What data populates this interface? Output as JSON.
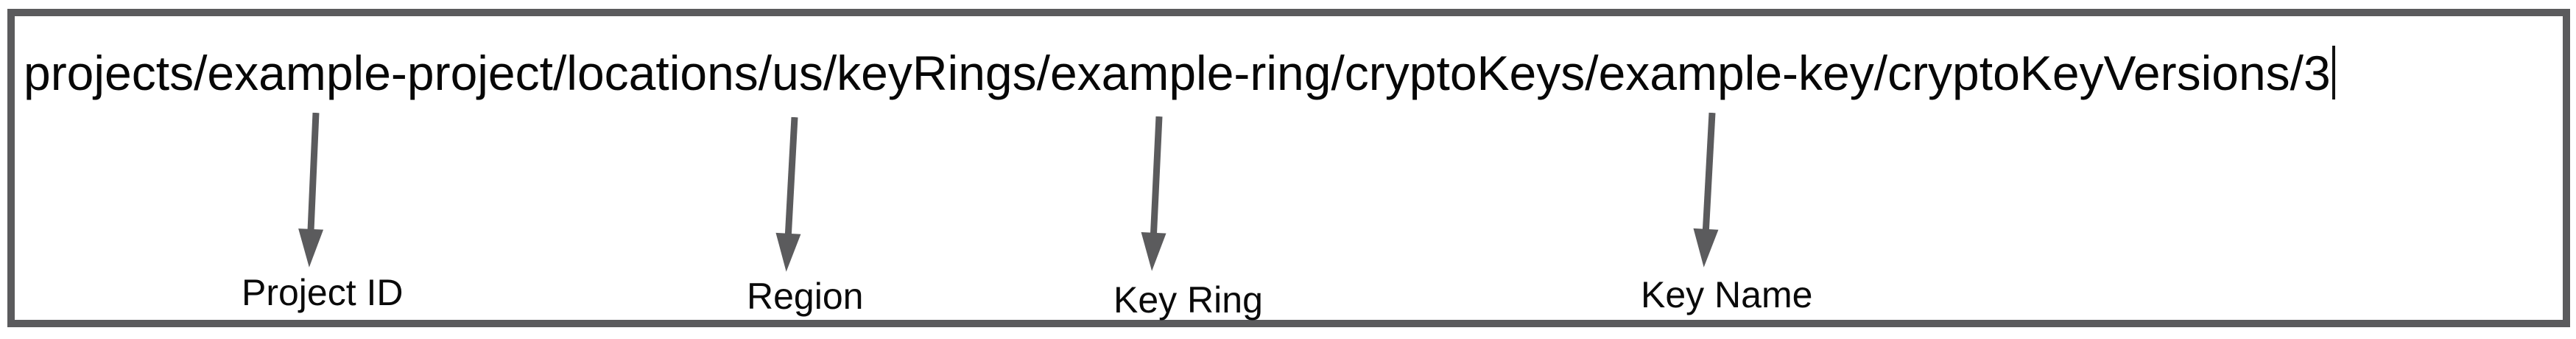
{
  "resource_path": "projects/example-project/locations/us/keyRings/example-ring/cryptoKeys/example-key/cryptoKeyVersions/3",
  "caret": {
    "visible": true
  },
  "annotations": [
    {
      "label": "Project ID",
      "segment": "example-project"
    },
    {
      "label": "Region",
      "segment": "us"
    },
    {
      "label": "Key Ring",
      "segment": "example-ring"
    },
    {
      "label": "Key Name",
      "segment": "example-key"
    }
  ],
  "colors": {
    "frame_border": "#5b5b5d",
    "arrow": "#5b5b5d",
    "text": "#070707",
    "background": "#ffffff"
  }
}
